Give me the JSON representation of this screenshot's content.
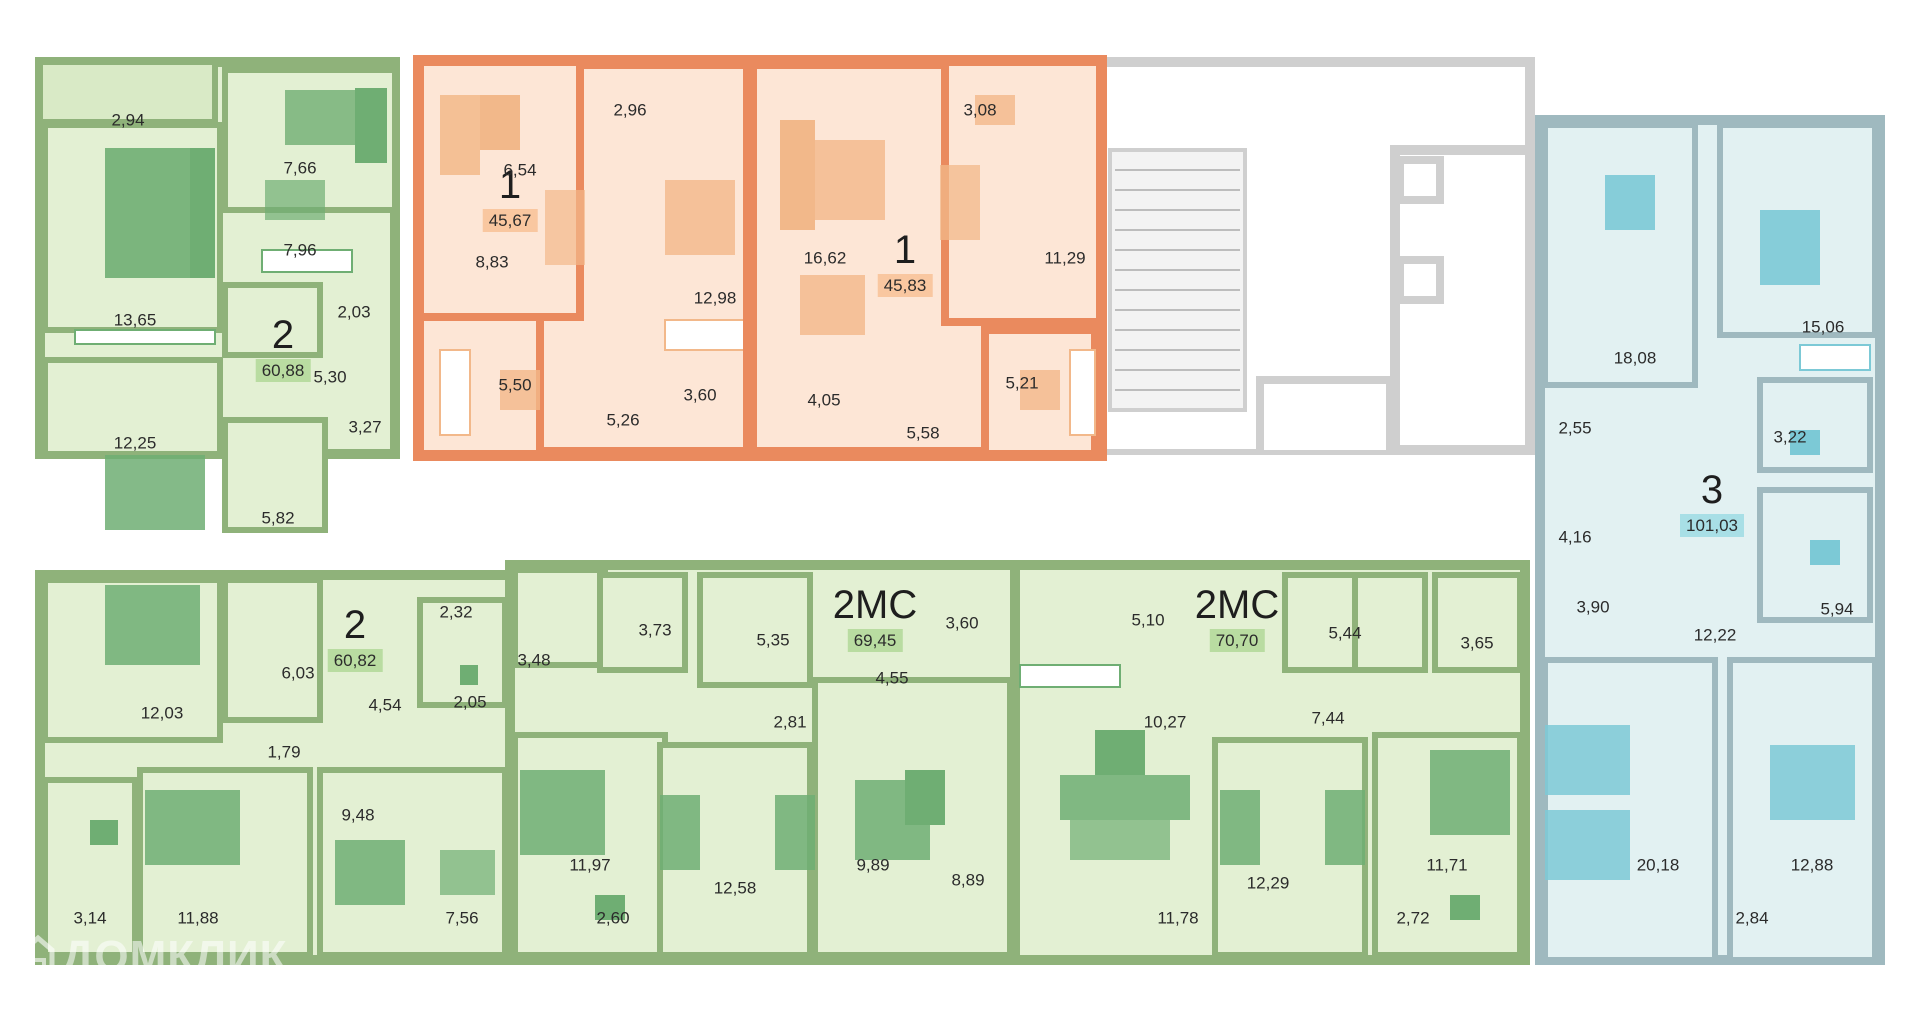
{
  "colors": {
    "green_fill": "#e3f0d3",
    "green_wall": "#8fb27a",
    "green_badge": "#b9dca1",
    "green_furniture": "#6fae73",
    "orange_fill": "#fde6d6",
    "orange_wall": "#ea8a5e",
    "orange_badge": "#f9c7a0",
    "orange_furniture": "#f2b88a",
    "blue_fill": "#e2f1f2",
    "blue_wall": "#9fb9bf",
    "blue_badge": "#a8dfe6",
    "blue_furniture": "#7cc9d6",
    "core_wall": "#cfcfcf"
  },
  "units": [
    {
      "id": "unit-2-top",
      "rooms": "2",
      "area": "60,88",
      "scheme": "green"
    },
    {
      "id": "unit-1-left",
      "rooms": "1",
      "area": "45,67",
      "scheme": "orange"
    },
    {
      "id": "unit-1-right",
      "rooms": "1",
      "area": "45,83",
      "scheme": "orange"
    },
    {
      "id": "unit-3",
      "rooms": "3",
      "area": "101,03",
      "scheme": "blue"
    },
    {
      "id": "unit-2-bottom",
      "rooms": "2",
      "area": "60,82",
      "scheme": "green"
    },
    {
      "id": "unit-2mc-left",
      "rooms": "2МС",
      "area": "69,45",
      "scheme": "green"
    },
    {
      "id": "unit-2mc-right",
      "rooms": "2МС",
      "area": "70,70",
      "scheme": "green"
    }
  ],
  "room_areas": [
    "2,94",
    "7,66",
    "7,96",
    "13,65",
    "2,03",
    "5,30",
    "3,27",
    "12,25",
    "5,82",
    "6,54",
    "8,83",
    "5,50",
    "2,96",
    "12,98",
    "5,26",
    "3,60",
    "16,62",
    "4,05",
    "3,08",
    "11,29",
    "5,21",
    "5,58",
    "18,08",
    "15,06",
    "2,55",
    "3,22",
    "4,16",
    "3,90",
    "5,94",
    "12,22",
    "20,18",
    "12,88",
    "2,84",
    "2,32",
    "6,03",
    "12,03",
    "2,05",
    "4,54",
    "1,79",
    "9,48",
    "3,14",
    "11,88",
    "7,56",
    "3,48",
    "3,73",
    "5,35",
    "3,60",
    "4,55",
    "2,81",
    "11,97",
    "12,58",
    "9,89",
    "8,89",
    "2,60",
    "5,10",
    "5,44",
    "3,65",
    "10,27",
    "7,44",
    "11,78",
    "12,29",
    "11,71",
    "2,72"
  ],
  "watermark": "ДОМКЛИК"
}
